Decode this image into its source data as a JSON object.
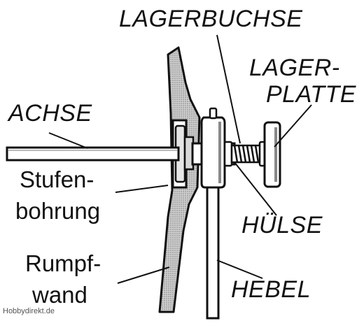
{
  "labels": {
    "lagerbuchse": "LAGERBUCHSE",
    "lager": "LAGER-",
    "platte": "PLATTE",
    "achse": "ACHSE",
    "stufen": "Stufen-",
    "bohrung": "bohrung",
    "huelse": "HÜLSE",
    "rumpf": "Rumpf-",
    "wand": "wand",
    "hebel": "HEBEL"
  },
  "watermark": "Hobbydirekt.de",
  "colors": {
    "ink": "#111111",
    "hatch": "#9a9a9a",
    "background": "#ffffff"
  }
}
